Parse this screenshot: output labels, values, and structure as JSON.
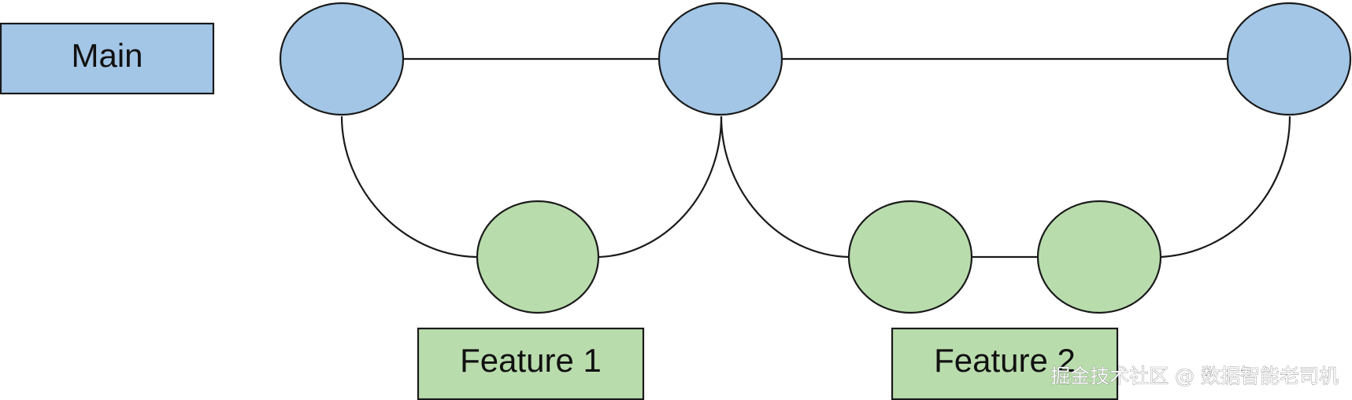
{
  "labels": {
    "main": "Main",
    "feature1": "Feature 1",
    "feature2": "Feature 2"
  },
  "watermark": "掘金技术社区 @ 数据智能老司机",
  "colors": {
    "main_fill": "#a3c6e6",
    "feature_fill": "#b9dcad",
    "stroke": "#1a1a1a",
    "background": "#ffffff"
  }
}
